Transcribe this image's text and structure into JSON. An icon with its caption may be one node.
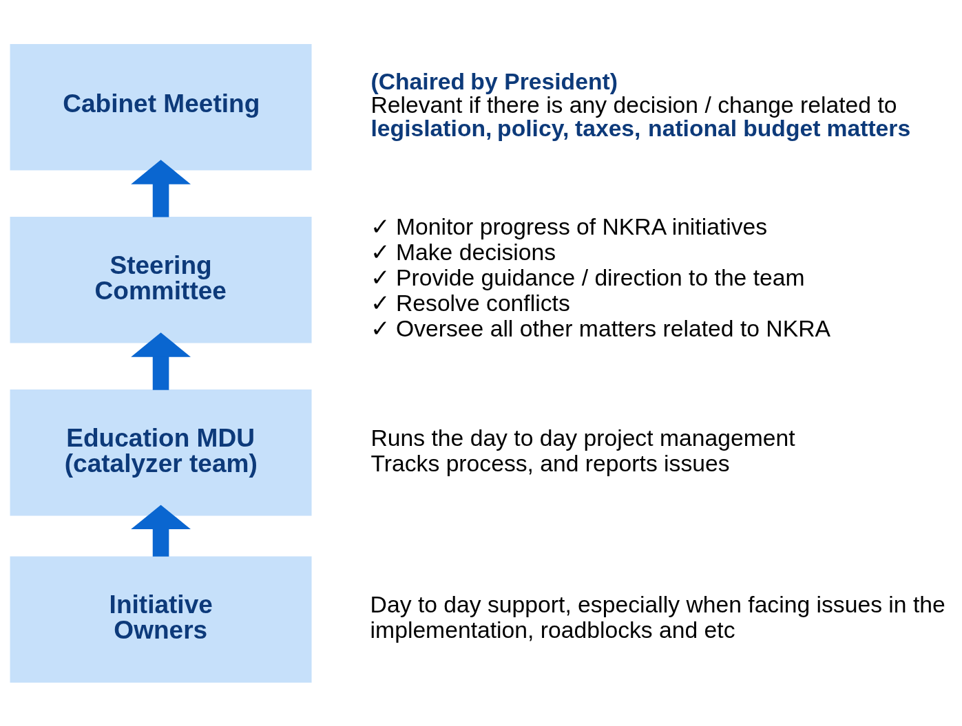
{
  "diagram": {
    "nodes": [
      {
        "text": [
          "Cabinet Meeting"
        ],
        "beside": [
          "(Chaired by President)",
          "Relevant if there is any decision / change related to **legislation, policy, taxes, national budget matters**"
        ]
      },
      {
        "text": [
          "Steering Committee"
        ],
        "beside": [
          "✓ Monitor progress of NKRA initiatives",
          "✓ Make decisions",
          "✓ Provide guidance / direction to the team",
          "✓ Resolve conflicts",
          "✓ Oversee all other matters related to NKRA"
        ]
      },
      {
        "text": [
          "Education MDU (catalyzer team)"
        ],
        "beside": [
          "Runs the day to day project management",
          "Tracks process, and reports issues"
        ]
      },
      {
        "text": [
          "Initiative Owners"
        ],
        "beside": [
          "Day to day support, especially when facing issues in the implementation, roadblocks and etc"
        ]
      }
    ],
    "edges": [
      {
        "from": 3,
        "to": 2,
        "arrow": "to"
      },
      {
        "from": 2,
        "to": 1,
        "arrow": "to"
      },
      {
        "from": 1,
        "to": 0,
        "arrow": "to"
      }
    ]
  }
}
